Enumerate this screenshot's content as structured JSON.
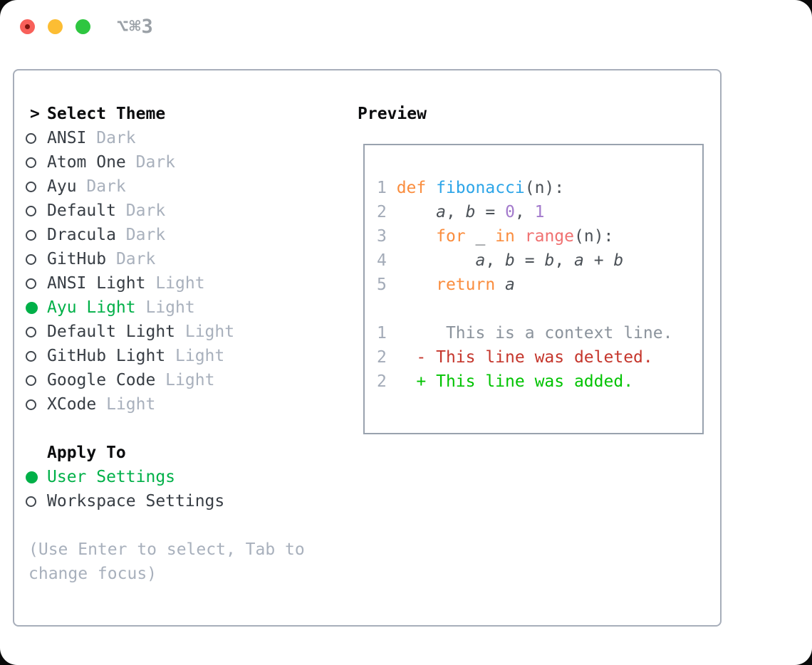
{
  "titlebar": {
    "title": "⌥⌘3",
    "buttons": [
      "close",
      "minimize",
      "zoom"
    ]
  },
  "theme_selector": {
    "caret": ">",
    "header": "Select Theme",
    "items": [
      {
        "name": "ANSI",
        "variant": "Dark",
        "selected": false
      },
      {
        "name": "Atom One",
        "variant": "Dark",
        "selected": false
      },
      {
        "name": "Ayu",
        "variant": "Dark",
        "selected": false
      },
      {
        "name": "Default",
        "variant": "Dark",
        "selected": false
      },
      {
        "name": "Dracula",
        "variant": "Dark",
        "selected": false
      },
      {
        "name": "GitHub",
        "variant": "Dark",
        "selected": false
      },
      {
        "name": "ANSI Light",
        "variant": "Light",
        "selected": false
      },
      {
        "name": "Ayu Light",
        "variant": "Light",
        "selected": true
      },
      {
        "name": "Default Light",
        "variant": "Light",
        "selected": false
      },
      {
        "name": "GitHub Light",
        "variant": "Light",
        "selected": false
      },
      {
        "name": "Google Code",
        "variant": "Light",
        "selected": false
      },
      {
        "name": "XCode",
        "variant": "Light",
        "selected": false
      }
    ]
  },
  "apply_to": {
    "header": "Apply To",
    "options": [
      {
        "label": "User Settings",
        "selected": true
      },
      {
        "label": "Workspace Settings",
        "selected": false
      }
    ]
  },
  "hint": "(Use Enter to select, Tab to change focus)",
  "preview": {
    "header": "Preview",
    "code_lines": [
      {
        "num": "1",
        "tokens": [
          [
            "def",
            "kw"
          ],
          [
            " ",
            "pl"
          ],
          [
            "fibonacci",
            "fn"
          ],
          [
            "(n):",
            "pl"
          ]
        ]
      },
      {
        "num": "2",
        "tokens": [
          [
            "    ",
            "pl"
          ],
          [
            "a",
            "var"
          ],
          [
            ", ",
            "pl"
          ],
          [
            "b",
            "var"
          ],
          [
            " = ",
            "pl"
          ],
          [
            "0",
            "num"
          ],
          [
            ", ",
            "pl"
          ],
          [
            "1",
            "num"
          ]
        ]
      },
      {
        "num": "3",
        "tokens": [
          [
            "    ",
            "pl"
          ],
          [
            "for",
            "kw"
          ],
          [
            " _ ",
            "pl"
          ],
          [
            "in",
            "kw"
          ],
          [
            " ",
            "pl"
          ],
          [
            "range",
            "call"
          ],
          [
            "(n):",
            "pl"
          ]
        ]
      },
      {
        "num": "4",
        "tokens": [
          [
            "        ",
            "pl"
          ],
          [
            "a",
            "var"
          ],
          [
            ", ",
            "pl"
          ],
          [
            "b",
            "var"
          ],
          [
            " = ",
            "pl"
          ],
          [
            "b",
            "var"
          ],
          [
            ", ",
            "pl"
          ],
          [
            "a",
            "var"
          ],
          [
            " + ",
            "pl"
          ],
          [
            "b",
            "var"
          ]
        ]
      },
      {
        "num": "5",
        "tokens": [
          [
            "    ",
            "pl"
          ],
          [
            "return",
            "kw"
          ],
          [
            " ",
            "pl"
          ],
          [
            "a",
            "var"
          ]
        ]
      }
    ],
    "diff_lines": [
      {
        "num": "1",
        "content": "      This is a context line.",
        "type": "context"
      },
      {
        "num": "2",
        "content": "   - This line was deleted.",
        "type": "deleted"
      },
      {
        "num": "2",
        "content": "   + This line was added.",
        "type": "added"
      }
    ]
  },
  "colors": {
    "selected_green": "#00b048",
    "diff_added": "#00c300",
    "diff_deleted": "#c5362c",
    "diff_context": "#8b939c",
    "keyword_orange": "#fa8d3e",
    "function_blue": "#2ca5e8",
    "call_coral": "#f07171",
    "number_purple": "#a37acc",
    "muted_gray": "#a8b0bc",
    "traffic_red": "#f8605a",
    "traffic_yellow": "#fcbd33",
    "traffic_green": "#2ec640"
  }
}
